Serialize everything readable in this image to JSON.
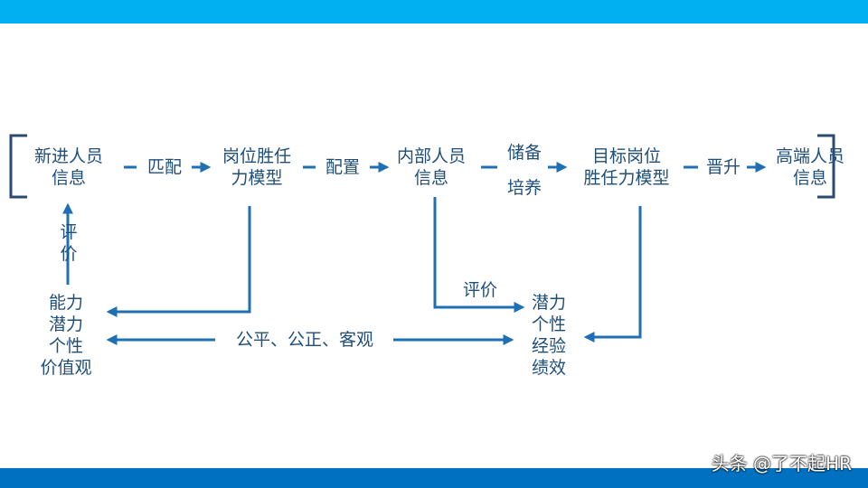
{
  "nodes": {
    "new_staff_info": [
      "新进人员",
      "信息"
    ],
    "post_competency_model": [
      "岗位胜任",
      "力模型"
    ],
    "internal_staff_info": [
      "内部人员",
      "信息"
    ],
    "target_post_model": [
      "目标岗位",
      "胜任力模型"
    ],
    "senior_staff_info": [
      "高端人员",
      "信息"
    ],
    "traits_left": [
      "能力",
      "潜力",
      "个性",
      "价值观"
    ],
    "traits_right": [
      "潜力",
      "个性",
      "经验",
      "绩效"
    ]
  },
  "edges": {
    "match": "匹配",
    "configure": "配置",
    "reserve": "储备",
    "train": "培养",
    "promote": "晋升",
    "evaluate_up": [
      "评",
      "价"
    ],
    "evaluate": "评价",
    "fairness": "公平、公正、客观"
  },
  "watermark": "头条 @了不起HR",
  "colors": {
    "top_bar": "#00b0f0",
    "bottom_bar": "#0070c0",
    "arrow": "#1f6fb5",
    "text": "#1f4e79"
  }
}
